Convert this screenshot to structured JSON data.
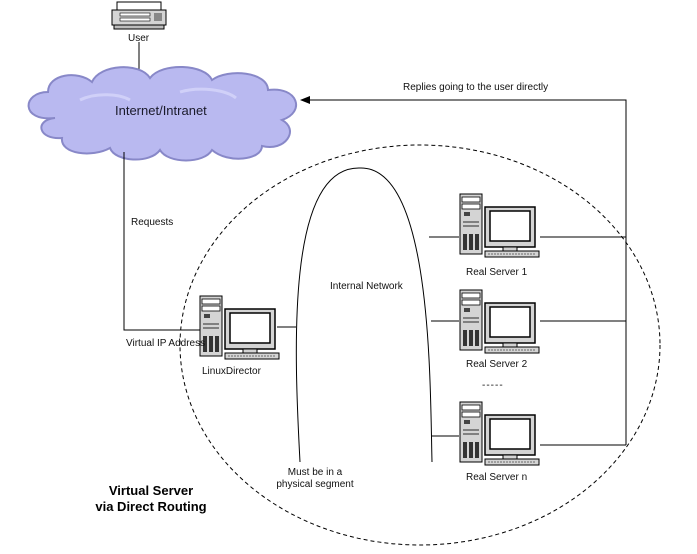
{
  "labels": {
    "user": "User",
    "cloud": "Internet/Intranet",
    "replies": "Replies going to the user directly",
    "requests": "Requests",
    "virtual_ip": "Virtual IP Address",
    "director": "LinuxDirector",
    "internal_network": "Internal Network",
    "server1": "Real Server 1",
    "server2": "Real Server 2",
    "server_n": "Real Server n",
    "ellipsis": "-----",
    "segment_line1": "Must be in a",
    "segment_line2": "physical segment",
    "title_line1": "Virtual Server",
    "title_line2": "via Direct Routing"
  },
  "colors": {
    "cloud_fill": "#b9b9f0",
    "cloud_edge": "#7878c8",
    "line": "#000000",
    "screen": "#ffffff",
    "device_body": "#d4d4d4"
  },
  "icons": [
    "printer-icon",
    "cloud-icon",
    "computer-icon"
  ]
}
